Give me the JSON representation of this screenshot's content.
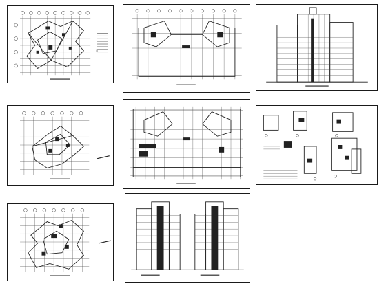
{
  "drawing_set": {
    "sheets": [
      {
        "id": "plan-level-1",
        "kind": "floor-plan"
      },
      {
        "id": "plan-wide-1",
        "kind": "wide-plan"
      },
      {
        "id": "elevation-tower-1",
        "kind": "elevation"
      },
      {
        "id": "plan-level-2",
        "kind": "floor-plan"
      },
      {
        "id": "plan-wide-2",
        "kind": "wide-plan"
      },
      {
        "id": "details-sheet",
        "kind": "detail"
      },
      {
        "id": "plan-level-3",
        "kind": "floor-plan"
      },
      {
        "id": "elevation-pair",
        "kind": "elevation"
      }
    ],
    "line_color": "#222222",
    "paper_color": "#ffffff"
  }
}
